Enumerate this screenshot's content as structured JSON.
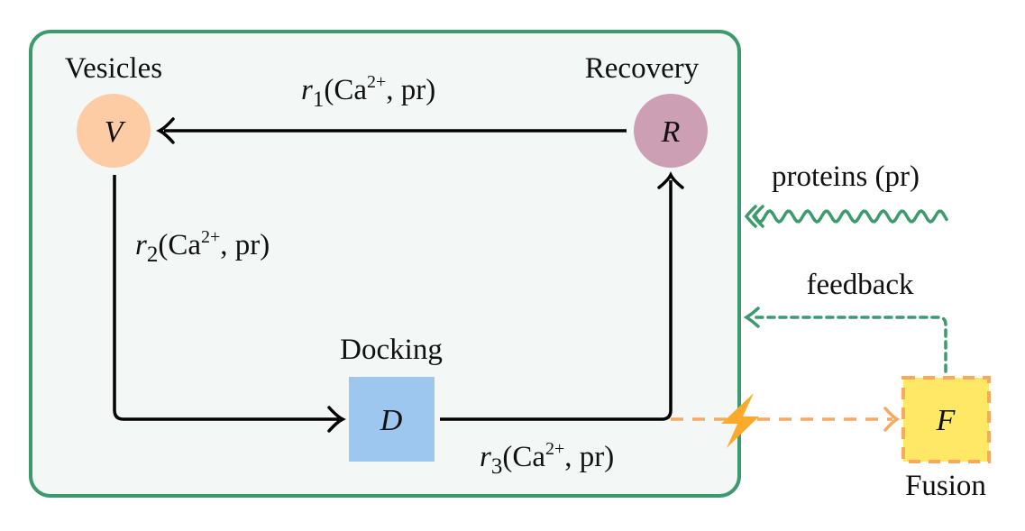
{
  "diagram": {
    "colors": {
      "container_border": "#3d9a6e",
      "container_fill": "#f3f8f7",
      "vesicles": "#fdcba4",
      "recovery": "#cd9fb4",
      "docking": "#9ec7ef",
      "fusion_fill": "#ffe865",
      "fusion_border": "#f9a860",
      "feedback": "#3d9a6e",
      "proteins": "#3d9a6e",
      "trigger": "#f9a860",
      "lightning": "#fbaa2c",
      "arrow": "#000000"
    },
    "nodes": {
      "vesicles": {
        "symbol": "V",
        "label": "Vesicles",
        "shape": "circle"
      },
      "recovery": {
        "symbol": "R",
        "label": "Recovery",
        "shape": "circle"
      },
      "docking": {
        "symbol": "D",
        "label": "Docking",
        "shape": "square"
      },
      "fusion": {
        "symbol": "F",
        "label": "Fusion",
        "shape": "dashed-square"
      }
    },
    "edges": {
      "r1": {
        "from": "recovery",
        "to": "vesicles",
        "rate": "r",
        "sub": "1",
        "args_main": "(Ca",
        "sup": "2+",
        "args_rest": ", pr)"
      },
      "r2": {
        "from": "vesicles",
        "to": "docking",
        "rate": "r",
        "sub": "2",
        "args_main": "(Ca",
        "sup": "2+",
        "args_rest": ", pr)"
      },
      "r3": {
        "from": "docking",
        "to": "recovery",
        "rate": "r",
        "sub": "3",
        "args_main": "(Ca",
        "sup": "2+",
        "args_rest": ", pr)"
      },
      "trigger": {
        "from": "docking-recovery-corner",
        "to": "fusion",
        "style": "dashed"
      },
      "feedback": {
        "from": "fusion",
        "to": "container",
        "label": "feedback",
        "style": "dotted"
      },
      "proteins": {
        "to": "container",
        "label": "proteins (pr)",
        "style": "wavy"
      }
    }
  }
}
